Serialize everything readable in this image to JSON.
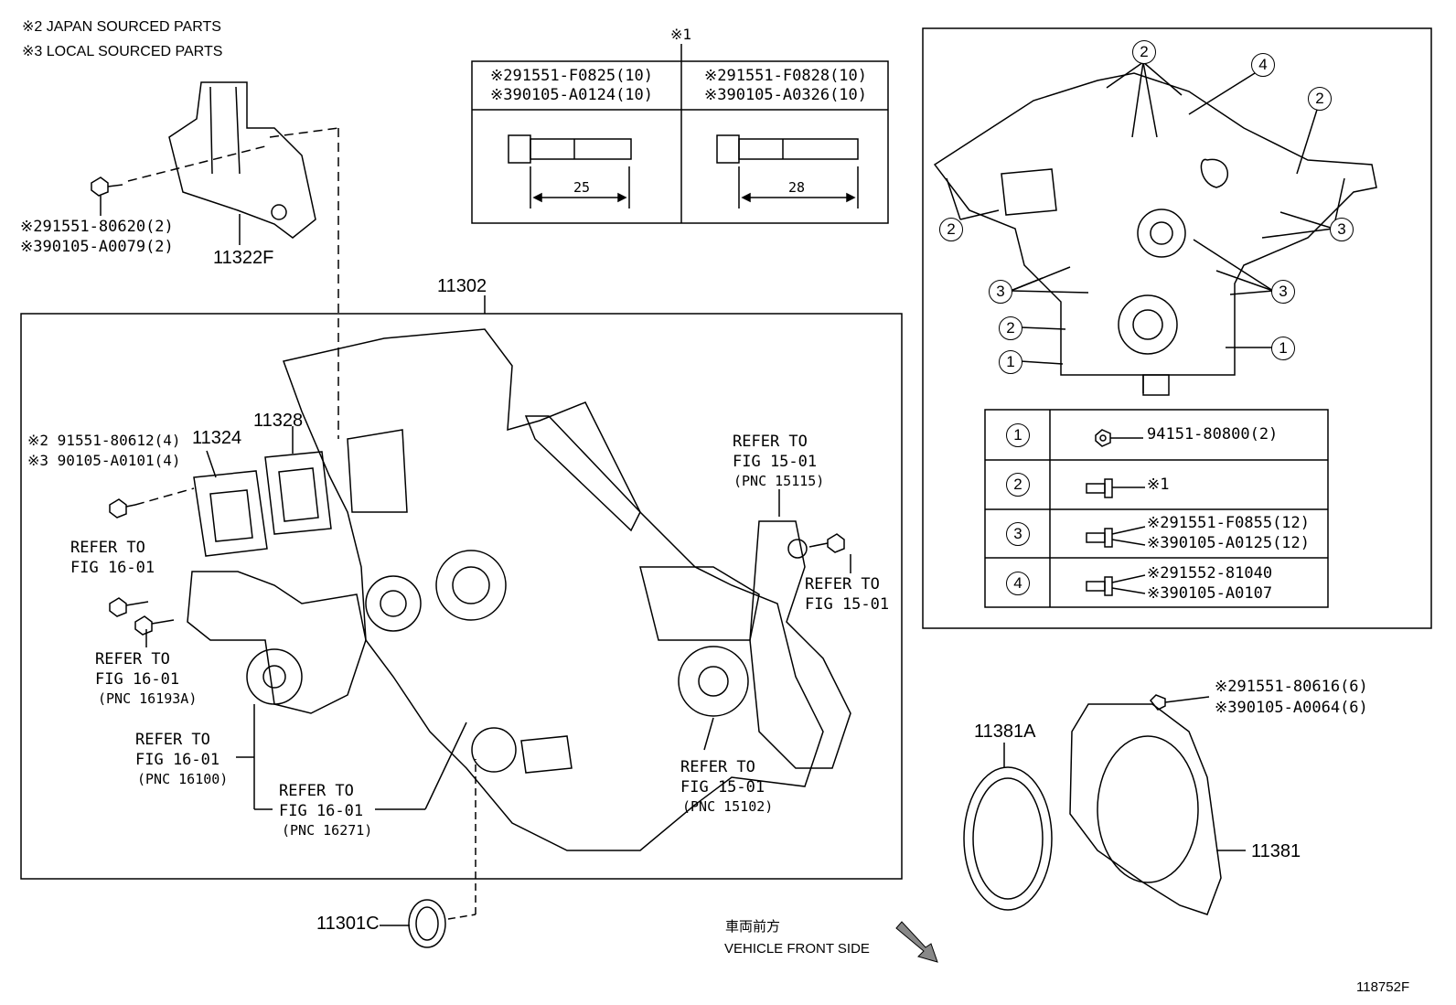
{
  "legend": {
    "japan": "※2 JAPAN SOURCED PARTS",
    "local": "※3 LOCAL SOURCED PARTS"
  },
  "bolt_table": {
    "note": "※1",
    "left": {
      "p2": "※291551-F0825(10)",
      "p3": "※390105-A0124(10)",
      "length": "25"
    },
    "right": {
      "p2": "※291551-F0828(10)",
      "p3": "※390105-A0326(10)",
      "length": "28"
    }
  },
  "parts": {
    "p11322F": "11322F",
    "p11322F_bolt_2": "※291551-80620(2)",
    "p11322F_bolt_3": "※390105-A0079(2)",
    "p11302": "11302",
    "p11324": "11324",
    "p11328": "11328",
    "p11324_bolt_2": "※2 91551-80612(4)",
    "p11324_bolt_3": "※3 90105-A0101(4)",
    "p11301C": "11301C",
    "p11381A": "11381A",
    "p11381": "11381",
    "p11381_bolt_2": "※291551-80616(6)",
    "p11381_bolt_3": "※390105-A0064(6)"
  },
  "refs": {
    "r1": "REFER TO\nFIG 15-01",
    "r1_pnc": "(PNC 15115)",
    "r2": "REFER TO\nFIG 15-01",
    "r3": "REFER TO\nFIG 16-01",
    "r4": "REFER TO\nFIG 16-01",
    "r4_pnc": "(PNC 16193A)",
    "r5": "REFER TO\nFIG 16-01",
    "r5_pnc": "(PNC 16100)",
    "r6": "REFER TO\nFIG 16-01",
    "r6_pnc": "(PNC 16271)",
    "r7": "REFER TO\nFIG 15-01",
    "r7_pnc": "(PNC 15102)"
  },
  "key_table": {
    "rows": [
      {
        "num": "1",
        "l1": "94151-80800(2)",
        "l2": ""
      },
      {
        "num": "2",
        "l1": "※1",
        "l2": ""
      },
      {
        "num": "3",
        "l1": "※291551-F0855(12)",
        "l2": "※390105-A0125(12)"
      },
      {
        "num": "4",
        "l1": "※291552-81040",
        "l2": "※390105-A0107"
      }
    ]
  },
  "callouts": [
    "2",
    "4",
    "2",
    "2",
    "3",
    "3",
    "3",
    "2",
    "1",
    "1"
  ],
  "front": {
    "jp": "車両前方",
    "en": "VEHICLE FRONT SIDE"
  },
  "figure_id": "118752F"
}
